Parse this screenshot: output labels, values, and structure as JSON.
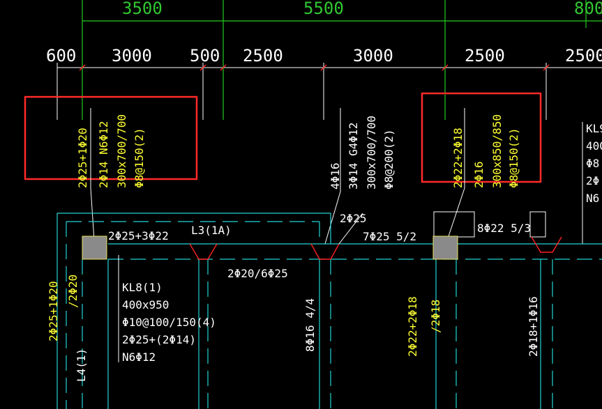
{
  "top_dims": [
    "3500",
    "5500",
    "800"
  ],
  "sub_dims": [
    "600",
    "3000",
    "500",
    "2500",
    "3000",
    "2500",
    "2500"
  ],
  "notes": {
    "left_box": {
      "l1": "2Φ25+1Φ20",
      "l2": "2Φ14 N6Φ12",
      "l3": "300x700/700",
      "l4": "Φ8@150(2)"
    },
    "mid": {
      "l1": "4Φ16",
      "l2": "3Φ14 G4Φ12",
      "l3": "300x700/700",
      "l4": "Φ8@200(2)"
    },
    "right_box": {
      "l1": "2Φ22+2Φ18",
      "l2": "2Φ16",
      "l3": "300x850/850",
      "l4": "Φ8@150(2)"
    },
    "far_right": {
      "l1": "KL9",
      "l2": "400",
      "l3": "Φ8",
      "l4": "2Φ",
      "l5": "N6"
    }
  },
  "beam_labels": {
    "top_bars": "2Φ25+3Φ22",
    "l3": "L3(1A)",
    "bot": "2Φ20/6Φ25",
    "b2": "2Φ25",
    "b3": "7Φ25 5/2",
    "b4": "8Φ22 5/3"
  },
  "kl8": {
    "name": "KL8(1)",
    "size": "400x950",
    "stirrup": "Φ10@100/150(4)",
    "bars": "2Φ25+(2Φ14)",
    "side": "N6Φ12"
  },
  "vertical_labels": {
    "v1": "2Φ25+1Φ20",
    "v2": "/2Φ20",
    "l4": "L4(1)",
    "v3": "8Φ16 4/4",
    "v4": "2Φ22+2Φ18",
    "v5": "/2Φ18",
    "v6": "2Φ18+1Φ16"
  }
}
